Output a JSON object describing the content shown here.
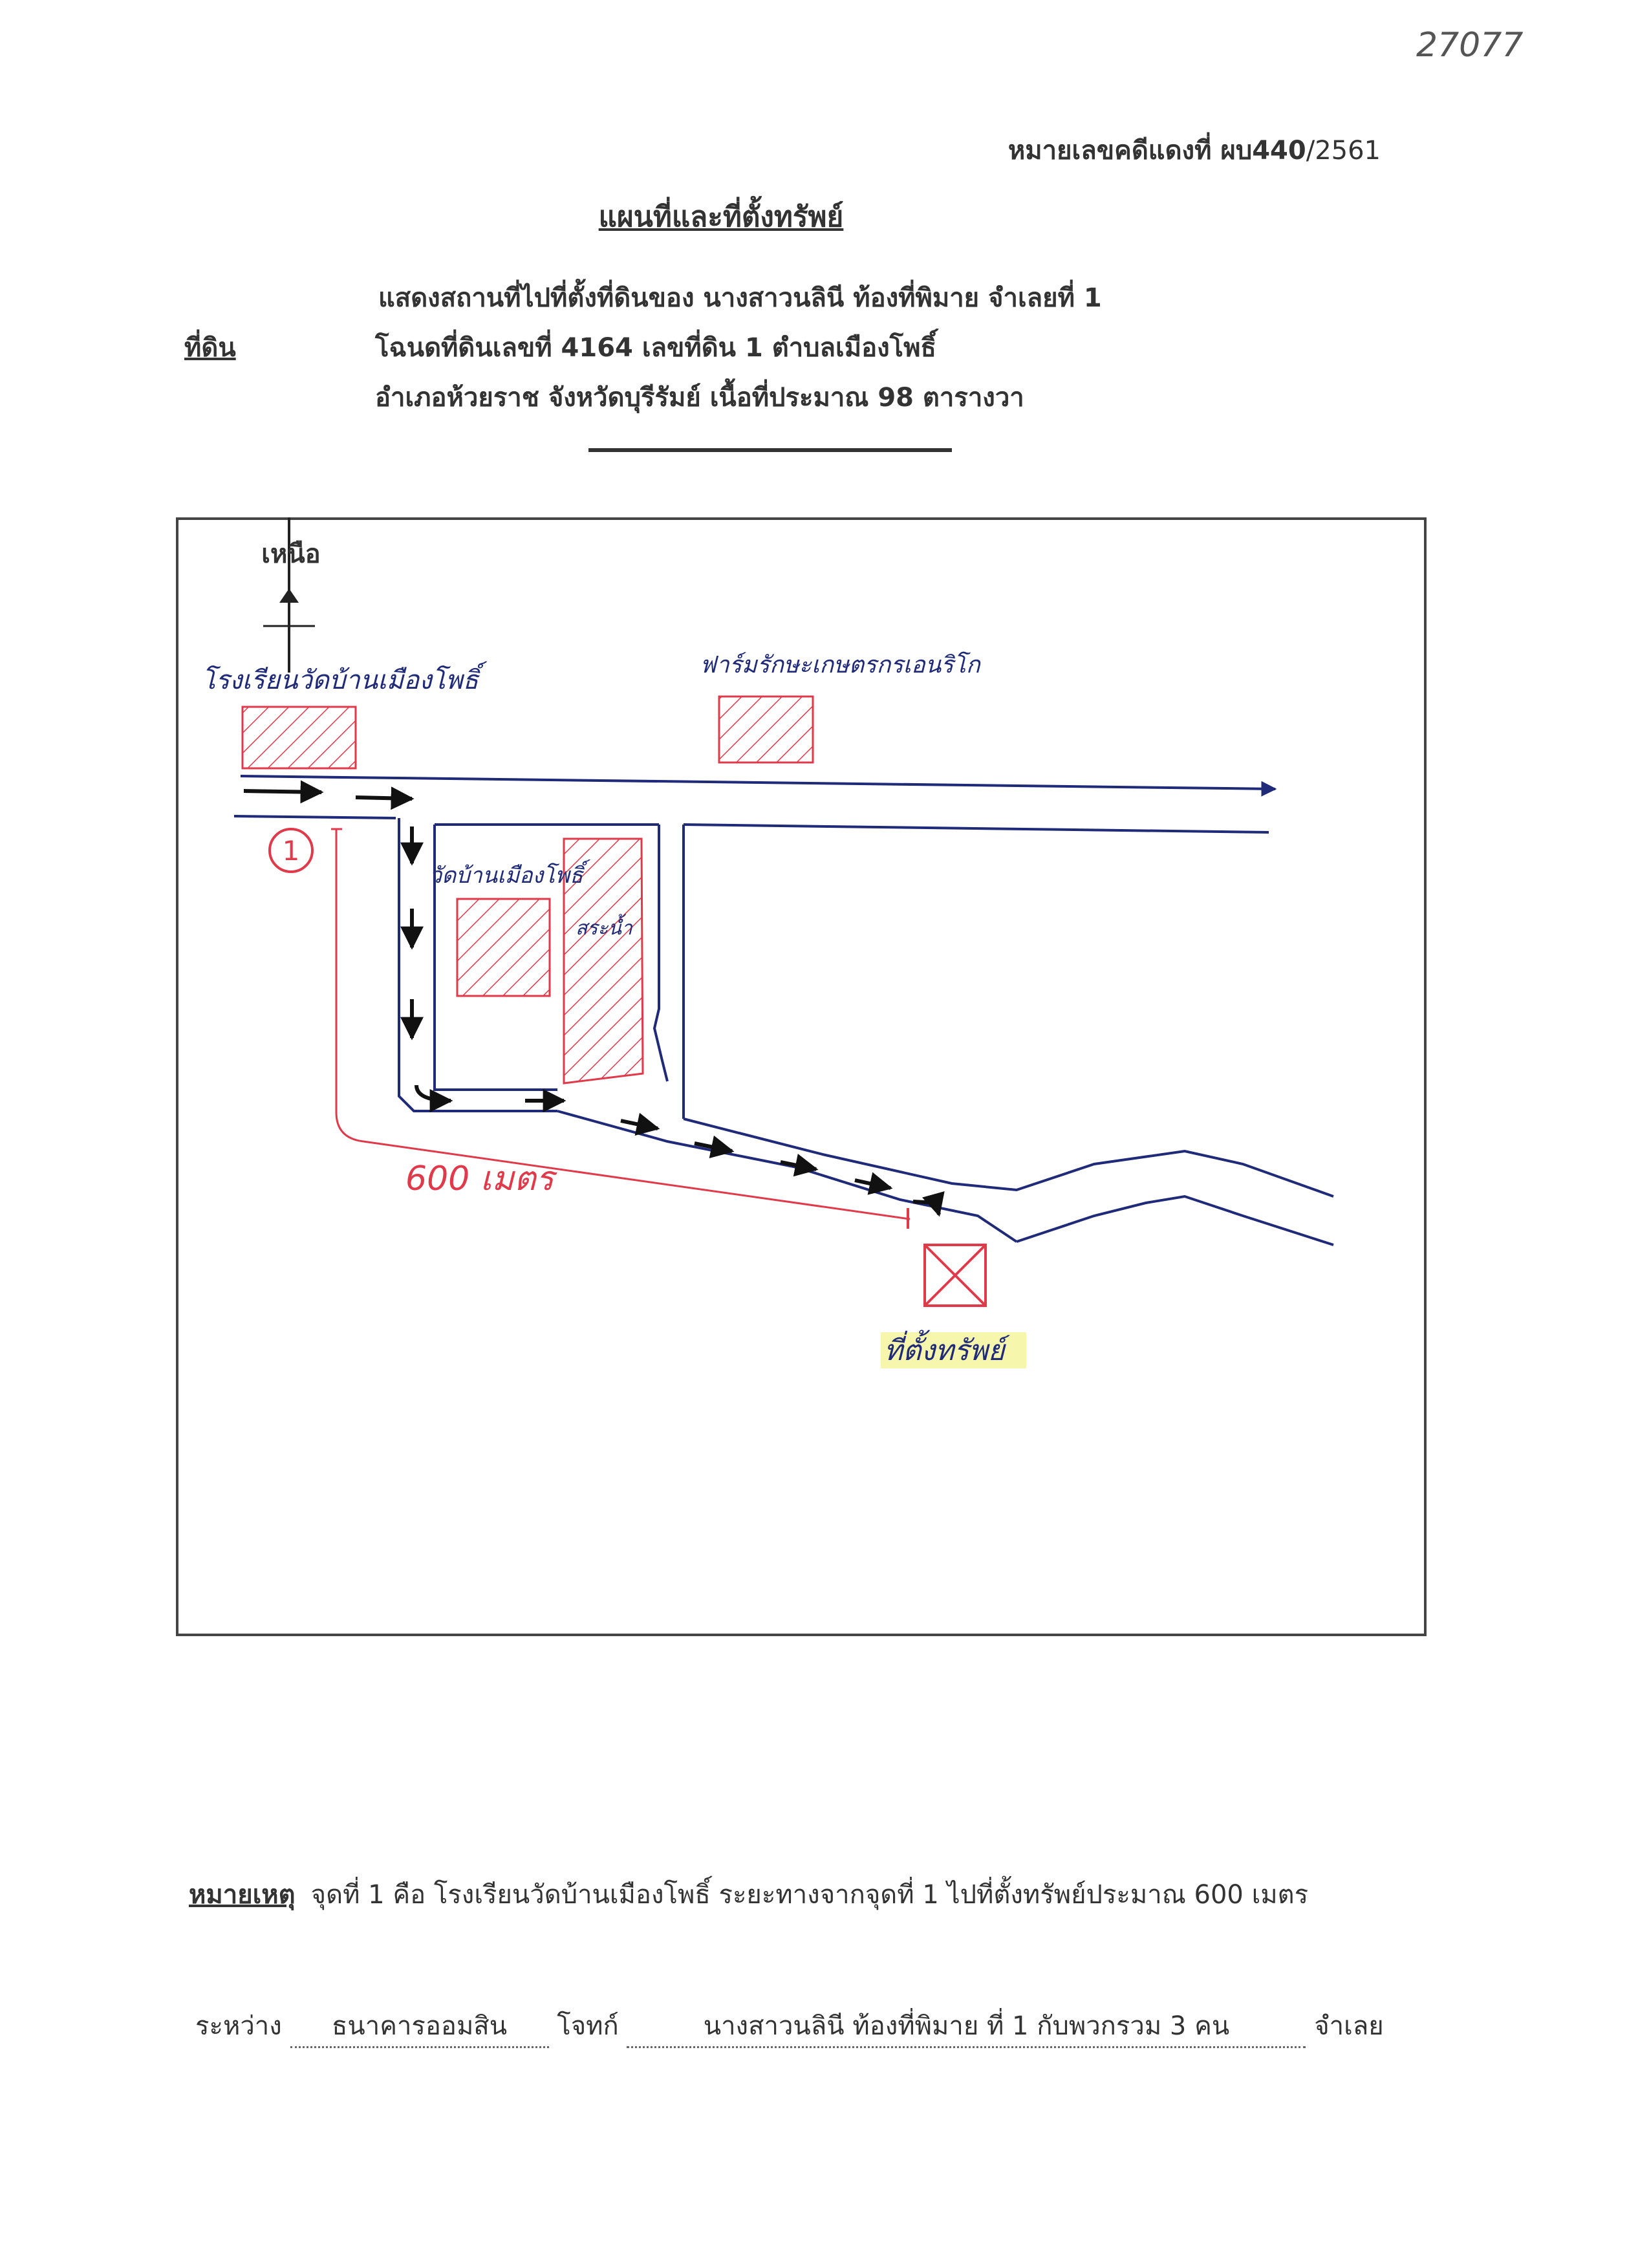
{
  "corner_note": "27077",
  "case": {
    "label": "หมายเลขคดีแดงที่ ผบ440",
    "number": "/2561"
  },
  "title": "แผนที่และที่ตั้งทรัพย์",
  "subtitle": "แสดงสถานที่ไปที่ตั้งที่ดินของ นางสาวนลินี ท้องที่พิมาย  จำเลยที่ 1",
  "land": {
    "label": "ที่ดิน",
    "line1": "โฉนดที่ดินเลขที่ 4164 เลขที่ดิน 1 ตำบลเมืองโพธิ์",
    "line2": "อำเภอห้วยราช จังหวัดบุรีรัมย์  เนื้อที่ประมาณ 98 ตารางวา"
  },
  "map": {
    "north_label": "เหนือ",
    "school_label": "โรงเรียนวัดบ้านเมืองโพธิ์",
    "farm_label": "ฟาร์มรักษะเกษตรกรเอนริโก",
    "temple_label": "วัดบ้านเมืองโพธิ์",
    "pond_label": "สระน้ำ",
    "point_marker": "1",
    "distance_label": "600 เมตร",
    "property_label": "ที่ตั้งทรัพย์",
    "colors": {
      "road": "#1f2a78",
      "highlight": "#e03a4a",
      "arrow": "#111111",
      "marker_bg": "#f3f28a"
    }
  },
  "note": {
    "label": "หมายเหตุ",
    "text": "จุดที่ 1 คือ โรงเรียนวัดบ้านเมืองโพธิ์  ระยะทางจากจุดที่ 1 ไปที่ตั้งทรัพย์ประมาณ 600 เมตร"
  },
  "parties": {
    "between": "ระหว่าง",
    "plaintiff": "ธนาคารออมสิน",
    "plaintiff_role": "โจทก์",
    "defendant": "นางสาวนลินี ท้องที่พิมาย  ที่ 1  กับพวกรวม  3  คน",
    "defendant_role": "จำเลย"
  }
}
